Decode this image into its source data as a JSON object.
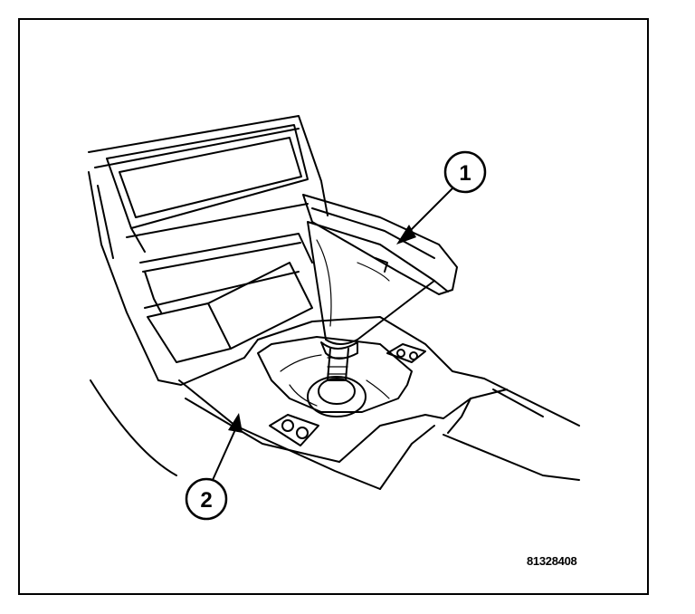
{
  "callouts": [
    {
      "number": "1"
    },
    {
      "number": "2"
    }
  ],
  "figure_code": "81328408"
}
